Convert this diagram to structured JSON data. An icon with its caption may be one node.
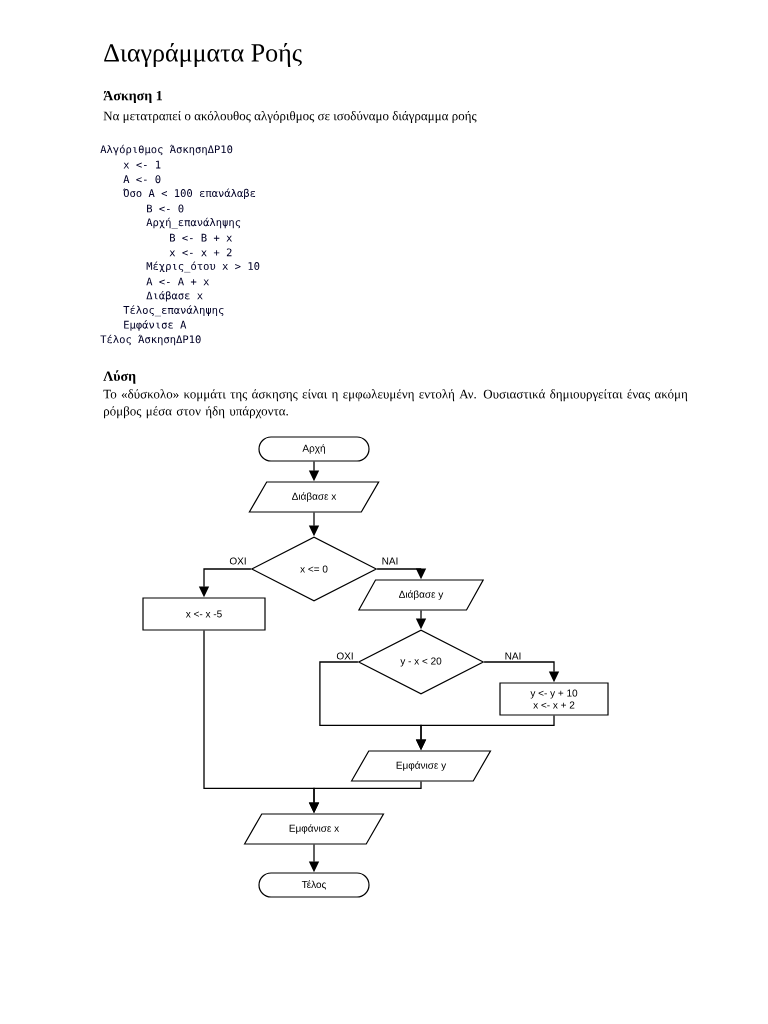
{
  "diagram": {
    "title": "Διαγράμματα Ροής",
    "nodes": [
      {
        "text": [
          "Αρχή"
        ]
      },
      {
        "text": [
          "Διάβασε x"
        ]
      },
      {
        "text": [
          "x <= 0"
        ]
      },
      {
        "text": [
          "x <- x -5"
        ]
      },
      {
        "text": [
          "Διάβασε y"
        ]
      },
      {
        "text": [
          "y - x < 20"
        ]
      },
      {
        "text": [
          "y <- y + 10",
          "x <- x + 2"
        ]
      },
      {
        "text": [
          "Εμφάνισε y"
        ]
      },
      {
        "text": [
          "Εμφάνισε x"
        ]
      },
      {
        "text": [
          "Τέλος"
        ]
      }
    ],
    "edges": [
      {
        "from": 0,
        "to": 1,
        "arrow": "to"
      },
      {
        "from": 1,
        "to": 2,
        "arrow": "to"
      },
      {
        "from": 2,
        "to": 3,
        "arrow": "to",
        "label": "ΟΧΙ"
      },
      {
        "from": 2,
        "to": 4,
        "arrow": "to",
        "label": "ΝΑΙ"
      },
      {
        "from": 4,
        "to": 5,
        "arrow": "to"
      },
      {
        "from": 5,
        "to": 6,
        "arrow": "to",
        "label": "ΝΑΙ"
      },
      {
        "from": 5,
        "to": 7,
        "arrow": "to",
        "label": "ΟΧΙ"
      },
      {
        "from": 6,
        "to": 7,
        "arrow": "to"
      },
      {
        "from": 3,
        "to": 8,
        "arrow": "to"
      },
      {
        "from": 7,
        "to": 8,
        "arrow": "to"
      },
      {
        "from": 8,
        "to": 9,
        "arrow": "to"
      }
    ],
    "labels": [
      "Άσκηση 1",
      "Να μετατραπεί ο ακόλουθος αλγόριθμος σε ισοδύναμο διάγραμμα ροής",
      "Αλγόριθμος ΆσκησηΔΡ10",
      "x <- 1",
      "A <- 0",
      "Όσο A < 100 επανάλαβε",
      "B <- 0",
      "Αρχή_επανάληψης",
      "B <- B + x",
      "x <- x + 2",
      "Μέχρις_ότου x > 10",
      "A <- A + x",
      "Διάβασε x",
      "Τέλος_επανάληψης",
      "Εμφάνισε A",
      "Τέλος ΆσκησηΔΡ10",
      "Λύση",
      "Το «δύσκολο» κομμάτι της άσκησης είναι η εμφωλευμένη εντολή Αν. Ουσιαστικά δημιουργείται ένας ακόμη ρόμβος μέσα στον ήδη υπάρχοντα."
    ]
  }
}
